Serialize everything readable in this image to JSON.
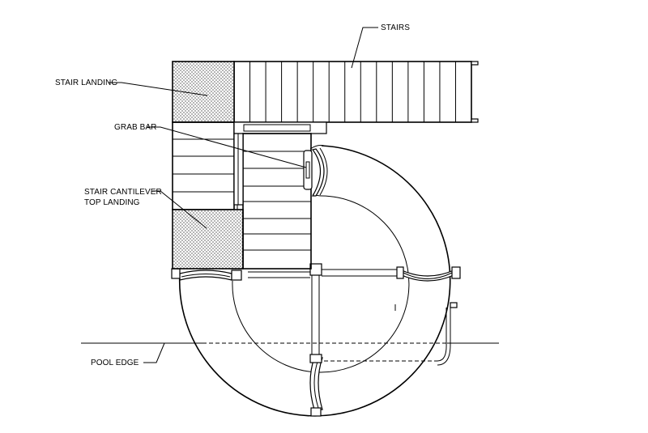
{
  "labels": {
    "stairs": "STAIRS",
    "stair_landing": "STAIR LANDING",
    "grab_bar": "GRAB BAR",
    "stair_cantilever_line1": "STAIR CANTILEVER",
    "stair_cantilever_line2": "TOP LANDING",
    "pool_edge": "POOL EDGE"
  },
  "colors": {
    "line": "#000000",
    "background": "#ffffff"
  }
}
